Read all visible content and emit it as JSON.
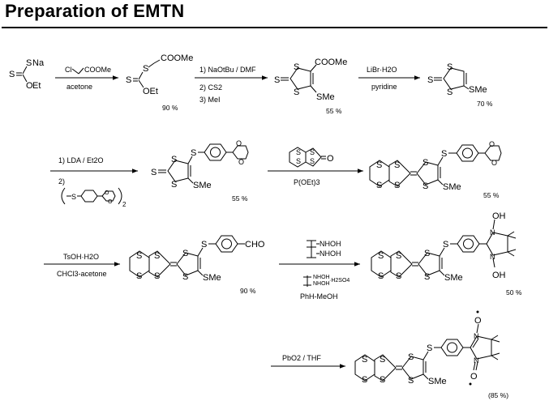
{
  "title": "Preparation of EMTN",
  "atoms": {
    "S": "S",
    "Na": "Na",
    "O": "O",
    "Et": "Et",
    "OEt": "OEt",
    "COOMe": "COOMe",
    "SMe": "SMe",
    "CHO": "CHO",
    "OH": "OH",
    "N": "N",
    "Cl": "Cl"
  },
  "steps": [
    {
      "conditions_above": [
        "Cl",
        "COOMe"
      ],
      "conditions_below": [
        "acetone"
      ],
      "yield": "90 %"
    },
    {
      "conditions_above": [
        "1) NaOtBu / DMF"
      ],
      "conditions_below": [
        "2) CS2",
        "3) MeI"
      ],
      "yield": "55 %"
    },
    {
      "conditions_above": [
        "LiBr·H2O"
      ],
      "conditions_below": [
        "pyridine"
      ],
      "yield": "70 %"
    },
    {
      "conditions_above": [
        "1) LDA / Et2O"
      ],
      "conditions_below": [
        "2)"
      ],
      "yield": "55 %"
    },
    {
      "conditions_above": [],
      "conditions_below": [
        "P(OEt)3"
      ],
      "yield": "55 %"
    },
    {
      "conditions_above": [
        "TsOH·H2O"
      ],
      "conditions_below": [
        "CHCl3-acetone"
      ],
      "yield": "90 %"
    },
    {
      "conditions_above": [
        "NHOH",
        "NHOH"
      ],
      "conditions_below": [
        "NHOH",
        "NHOH",
        "·H2SO4",
        "PhH-MeOH"
      ],
      "yield": "50 %"
    },
    {
      "conditions_above": [
        "PbO2 / THF"
      ],
      "conditions_below": [],
      "yield": "(85 %)"
    }
  ]
}
